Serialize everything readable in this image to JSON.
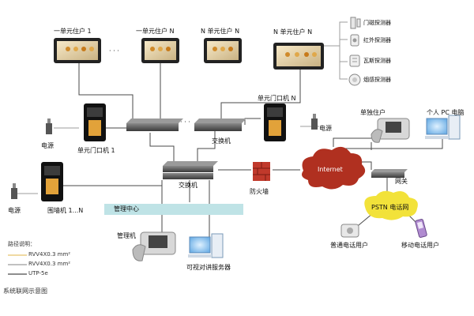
{
  "labels": {
    "resident_1": "一单元住户 1",
    "resident_n": "一单元住户 N",
    "n_resident_n": "N 单元住户 N",
    "n_resident_n2": "N 单元住户 N",
    "door_station_1": "单元门口机 1",
    "door_station_n": "单元门口机 N",
    "power_1": "电源",
    "power_2": "电源",
    "power_3": "电源",
    "switch_top": "交换机",
    "switch_main": "交换机",
    "fence_unit": "围墙机 1...N",
    "management_center": "管理中心",
    "management_unit": "管理机",
    "video_server": "可视对讲服务器",
    "firewall": "防火墙",
    "internet": "Internet",
    "gateway": "网关",
    "single_resident": "单独住户",
    "personal_pc": "个人 PC 电脑",
    "pstn": "PSTN 电话网",
    "landline_user": "普通电话用户",
    "mobile_user": "移动电话用户",
    "sensor_door": "门磁探测器",
    "sensor_ir": "红外探测器",
    "sensor_gas": "瓦斯探测器",
    "sensor_smoke": "烟感探测器",
    "ellipsis_1": "· · ·",
    "ellipsis_2": "· · ·"
  },
  "legend": {
    "title": "路径说明：",
    "items": [
      {
        "label": "RVV4X0.3 mm²",
        "color": "#e8c36a"
      },
      {
        "label": "RVV4X0.3 mm²",
        "color": "#9c9c9c"
      },
      {
        "label": "UTP-5e",
        "color": "#4a4a4a"
      }
    ]
  },
  "caption": "系统联网示意图",
  "colors": {
    "utp_line": "#4a4a4a",
    "rvv_line": "#9c9c9c",
    "internet_cloud": "#b03020",
    "pstn_cloud": "#f2e23a",
    "mgmt_band": "#bfe3e6",
    "device_dark": "#222222",
    "switch_grey": "#555555"
  }
}
